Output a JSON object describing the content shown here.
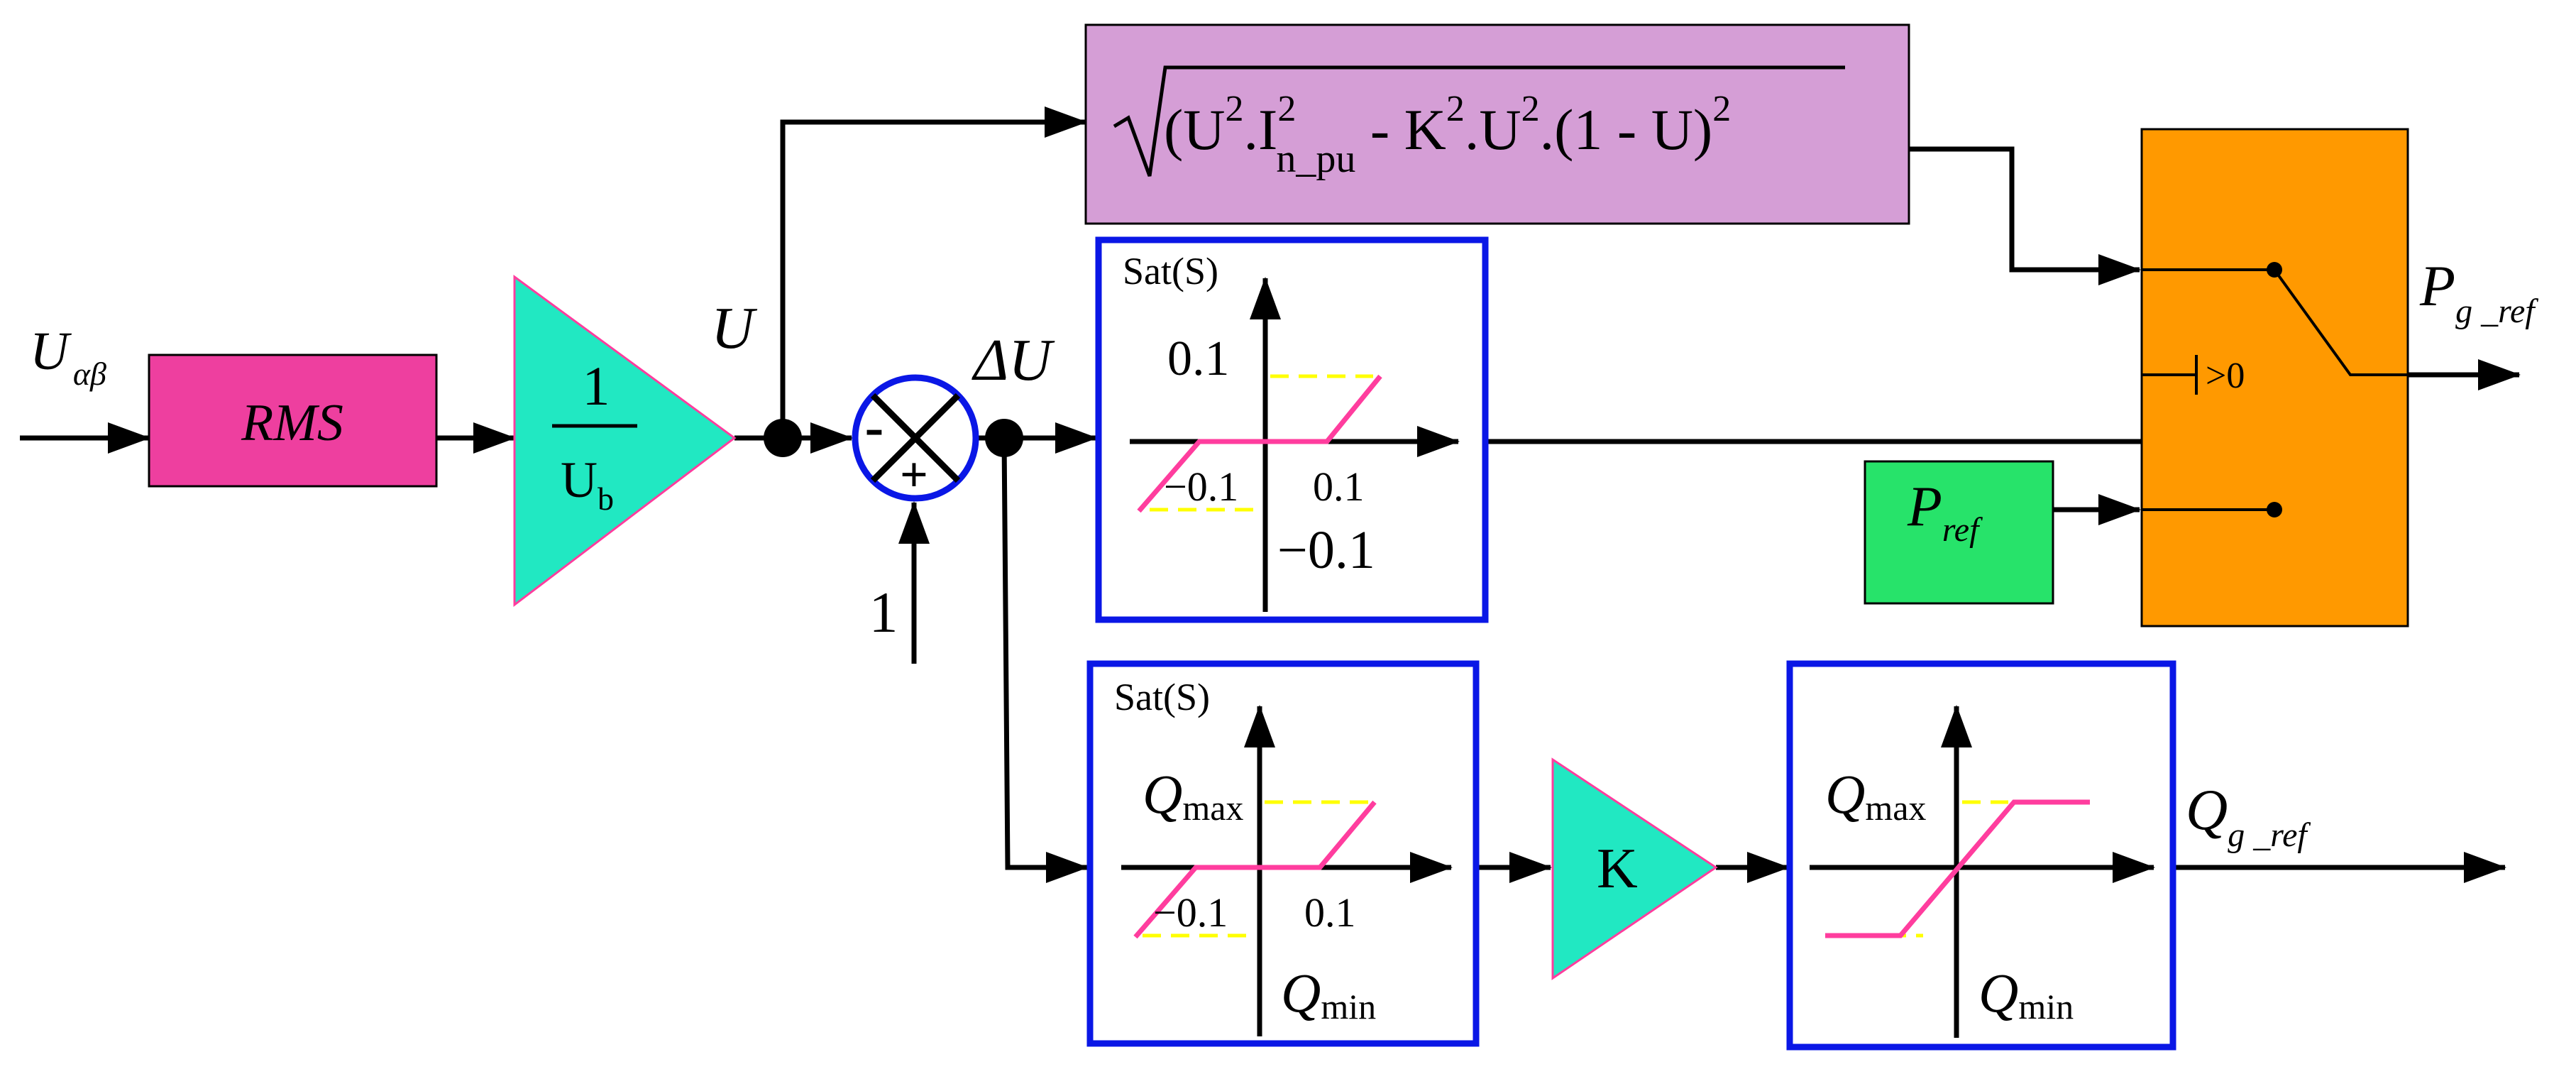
{
  "colors": {
    "rms_block": "#ee3f9f",
    "gain_block": "#21e8c2",
    "formula_block": "#d59ed6",
    "switch_block": "#ff9900",
    "pref_block": "#27e36a",
    "sat_frame": "#0a17e6",
    "sat_curve": "#ff3d9e",
    "sat_limit_dash": "#ffff00"
  },
  "input": {
    "symbol": "U",
    "sub": "αβ"
  },
  "rms": {
    "label": "RMS"
  },
  "gain": {
    "num": "1",
    "den": "U",
    "den_sub": "b"
  },
  "u_signal": {
    "label": "U"
  },
  "summer": {
    "minus": "-",
    "plus": "+",
    "const": "1"
  },
  "delta_u": {
    "label": "ΔU"
  },
  "formula": {
    "open": "(U",
    "sup1": "2",
    "mid1": ".I",
    "sup2": "2",
    "sub": "n_pu",
    "mid2": " - K",
    "sup3": "2",
    "mid3": ".U",
    "sup4": "2",
    "mid4": ".(1 - U)",
    "sup5": "2"
  },
  "sat_p": {
    "title": "Sat(S)",
    "top": "0.1",
    "left": "−0.1",
    "right": "0.1",
    "bottom": "−0.1"
  },
  "sat_q": {
    "title": "Sat(S)",
    "qmax": "Q",
    "qmax_sub": "max",
    "left": "−0.1",
    "right": "0.1",
    "qmin": "Q",
    "qmin_sub": "min"
  },
  "k_gain": {
    "label": "K"
  },
  "limit_q": {
    "qmax": "Q",
    "qmax_sub": "max",
    "qmin": "Q",
    "qmin_sub": "min"
  },
  "switch": {
    "criterion": ">0"
  },
  "pref": {
    "symbol": "P",
    "sub": "ref"
  },
  "out_p": {
    "symbol": "P",
    "sub": "g _ref"
  },
  "out_q": {
    "symbol": "Q",
    "sub": "g _ref"
  }
}
